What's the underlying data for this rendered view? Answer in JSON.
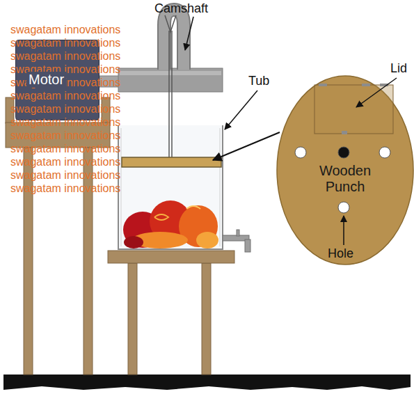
{
  "diagram": {
    "nodes": [
      {
        "text": [
          "Motor"
        ]
      },
      {
        "text": [
          "Wooden Punch"
        ]
      }
    ],
    "labels": [
      "Camshaft",
      "swagatam innovations",
      "swagatam innovations",
      "swagatam innovations",
      "swagatam innovations",
      "swagatam innovations",
      "swagatam innovations",
      "swagatam innovations",
      "swagatam innovations",
      "swagatam innovations",
      "swagatam innovations",
      "swagatam innovations",
      "swagatam innovations",
      "swagatam innovations",
      "Tub",
      "Lid",
      "Hole"
    ]
  }
}
